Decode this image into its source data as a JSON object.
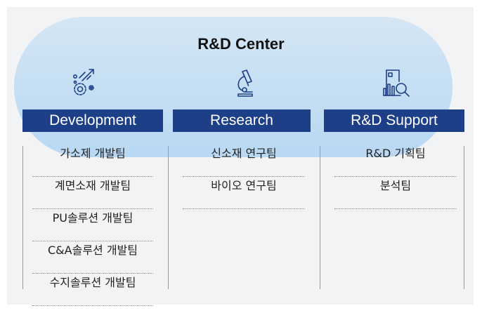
{
  "title": "R&D Center",
  "colors": {
    "header_bg": "#1d3f87",
    "pill": "#c4def3",
    "panel": "#f2f3f5"
  },
  "columns": [
    {
      "icon": "gears-growth-icon",
      "header": "Development",
      "items": [
        "가소제 개발팀",
        "계면소재 개발팀",
        "PU솔루션 개발팀",
        "C&A솔루션 개발팀",
        "수지솔루션 개발팀"
      ]
    },
    {
      "icon": "microscope-icon",
      "header": "Research",
      "items": [
        "신소재 연구팀",
        "바이오 연구팀"
      ]
    },
    {
      "icon": "report-magnifier-icon",
      "header": "R&D Support",
      "items": [
        "R&D 기획팀",
        "분석팀"
      ]
    }
  ]
}
